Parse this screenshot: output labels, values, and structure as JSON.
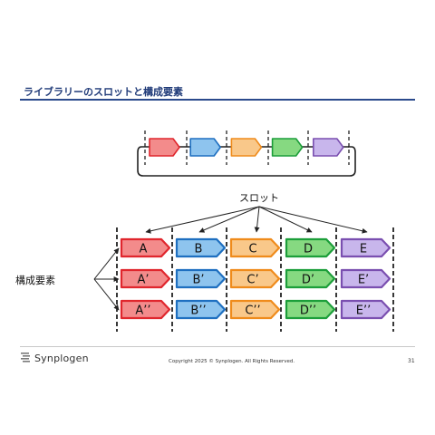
{
  "slide": {
    "title": "ライブラリーのスロットと構成要素",
    "page_number": "31"
  },
  "diagram": {
    "slot_label": "スロット",
    "element_label": "構成要素",
    "slots": [
      {
        "color": "#e0262d",
        "fill": "#f38b8b",
        "rows": [
          "A",
          "A’",
          "A’’"
        ]
      },
      {
        "color": "#1e6fc0",
        "fill": "#8ec4ee",
        "rows": [
          "B",
          "B’",
          "B’’"
        ]
      },
      {
        "color": "#ef8b1b",
        "fill": "#f9c88a",
        "rows": [
          "C",
          "C’",
          "C’’"
        ]
      },
      {
        "color": "#1c9e3a",
        "fill": "#86d981",
        "rows": [
          "D",
          "D’",
          "D’’"
        ]
      },
      {
        "color": "#7a4fb0",
        "fill": "#c8b6ec",
        "rows": [
          "E",
          "E’",
          "E’’"
        ]
      }
    ]
  },
  "footer": {
    "logo_text": "Synplogen",
    "copyright": "Copyright 2025 © Synplogen. All Rights Reserved."
  }
}
